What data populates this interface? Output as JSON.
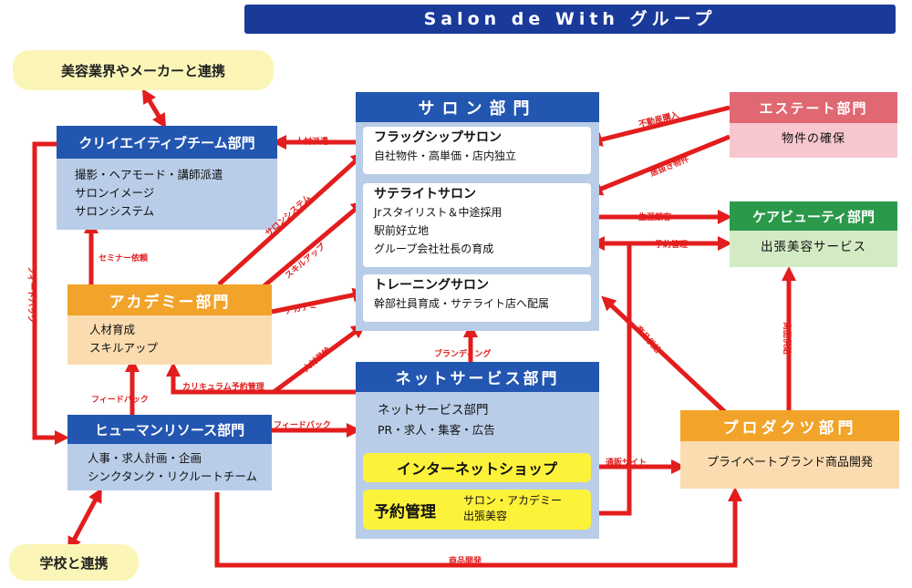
{
  "title": "Salon de With グループ",
  "pills": {
    "industry": "美容業界やメーカーと連携",
    "school": "学校と連携"
  },
  "creative": {
    "header": "クリイエイティブチーム部門",
    "lines": [
      "撮影・ヘアモード・講師派遣",
      "サロンイメージ",
      "サロンシステム"
    ]
  },
  "academy": {
    "header": "アカデミー部門",
    "lines": [
      "人材育成",
      "スキルアップ"
    ]
  },
  "human": {
    "header": "ヒューマンリソース部門",
    "lines": [
      "人事・求人計画・企画",
      "シンクタンク・リクルートチーム"
    ]
  },
  "salon": {
    "header": "サロン部門",
    "flagship": {
      "title": "フラッグシップサロン",
      "lines": [
        "自社物件・高単価・店内独立"
      ]
    },
    "satellite": {
      "title": "サテライトサロン",
      "lines": [
        "Jrスタイリスト＆中途採用",
        "駅前好立地",
        "グループ会社社長の育成"
      ]
    },
    "training": {
      "title": "トレーニングサロン",
      "lines": [
        "幹部社員育成・サテライト店へ配属"
      ]
    }
  },
  "net": {
    "header": "ネットサービス部門",
    "subtitle": "ネットサービス部門",
    "line": "PR・求人・集客・広告",
    "shop": "インターネットショップ",
    "reserve_title": "予約管理",
    "reserve_lines": [
      "サロン・アカデミー",
      "出張美容"
    ]
  },
  "esthe": {
    "header": "エステート部門",
    "line": "物件の確保"
  },
  "care": {
    "header": "ケアビューティ部門",
    "line": "出張美容サービス"
  },
  "products": {
    "header": "プロダクツ部門",
    "line": "プライベートブランド商品開発"
  },
  "arrow_labels": {
    "jinzai_haken": "人材派遣",
    "fudosan": "不動産購入",
    "ryoten": "居抜き物件",
    "salon_system": "サロンシステム",
    "skill_up": "スキルアップ",
    "academy": "アカデミー",
    "seminar": "セミナー依頼",
    "feedback_left": "フィードバック",
    "feedback_up": "フィードバック",
    "feedback_right": "フィードバック",
    "curriculum": "カリキュラム予約管理",
    "jinzai_kyokyu": "人材供給",
    "branding": "ブランディング",
    "seiri_kokyaku": "生涯顧客",
    "yoyaku_kanri": "予約管理",
    "shohin_kyokyu1": "商品供給",
    "shohin_kyokyu2": "商品供給",
    "tsuhan_site": "通販サイト",
    "shohin_kaihatsu": "商品開発"
  },
  "colors": {
    "title_bar": "#1a3a9a",
    "header_blue": "#2256b0",
    "header_orange": "#f2a329",
    "header_red": "#e06872",
    "header_green": "#2a9a4a",
    "arrow": "#e31d1d"
  }
}
